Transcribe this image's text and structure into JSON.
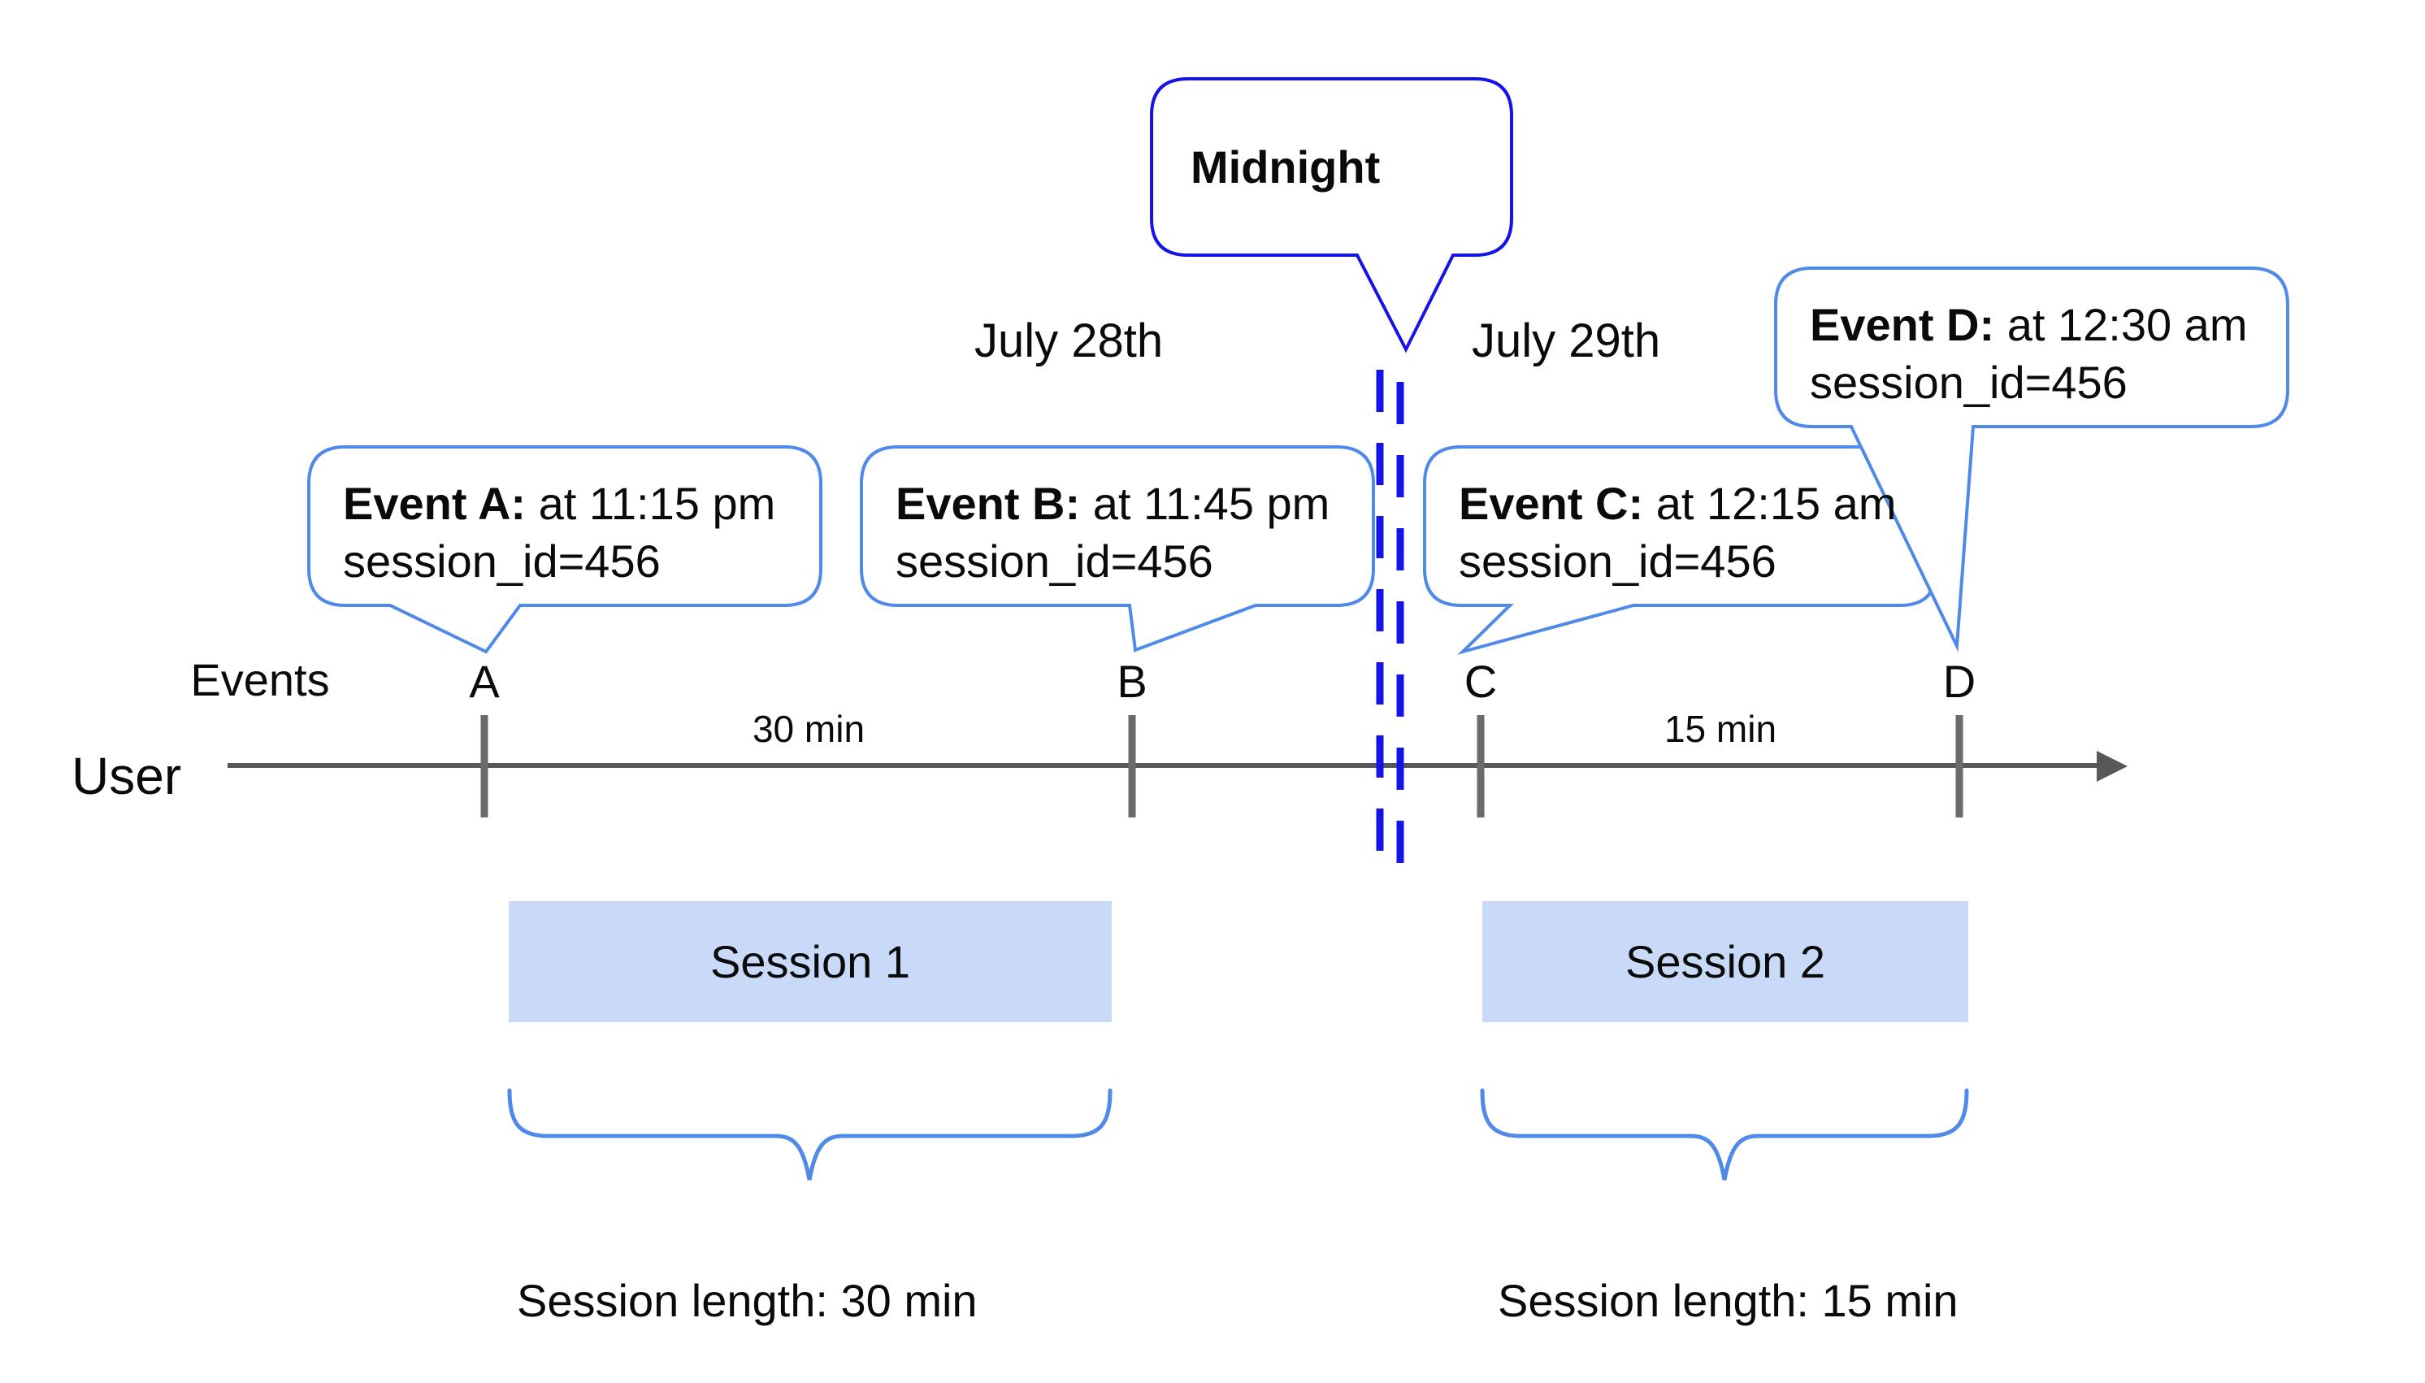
{
  "colors": {
    "event_bubble_border": "#4f8ae8",
    "midnight_blue": "#1414e8",
    "session_fill": "#c9daf8",
    "axis_gray": "#585858",
    "tick_gray": "#6b6b6b",
    "text": "#0a0a0a"
  },
  "axis": {
    "user_label": "User",
    "events_label": "Events"
  },
  "dates": {
    "left_label": "July 28th",
    "right_label": "July 29th"
  },
  "midnight": {
    "label": "Midnight"
  },
  "events": [
    {
      "letter": "A",
      "name": "Event A:",
      "time": " at 11:15 pm",
      "session_id": "session_id=456"
    },
    {
      "letter": "B",
      "name": "Event B:",
      "time": " at 11:45 pm",
      "session_id": "session_id=456"
    },
    {
      "letter": "C",
      "name": "Event C:",
      "time": " at 12:15 am",
      "session_id": "session_id=456"
    },
    {
      "letter": "D",
      "name": "Event D:",
      "time": " at 12:30 am",
      "session_id": "session_id=456"
    }
  ],
  "intervals": [
    {
      "label": "30 min"
    },
    {
      "label": "15 min"
    }
  ],
  "sessions": [
    {
      "label": "Session 1",
      "length_label": "Session length: 30 min"
    },
    {
      "label": "Session 2",
      "length_label": "Session length: 15 min"
    }
  ]
}
